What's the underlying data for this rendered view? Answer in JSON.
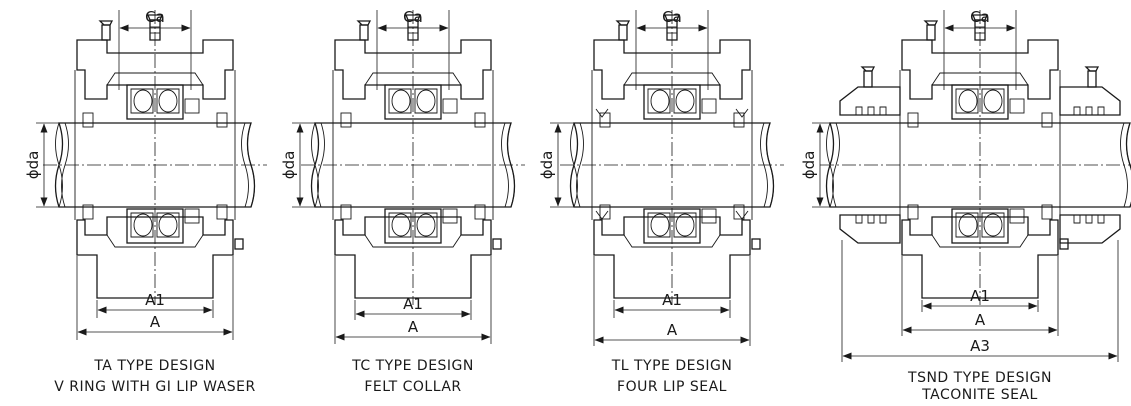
{
  "labels": {
    "ca": "Ca",
    "da": "ϕda",
    "a1": "A1",
    "a": "A",
    "a3": "A3"
  },
  "views": [
    {
      "id": "ta",
      "title": "TA TYPE DESIGN",
      "subtitle": "V RING WITH GI LIP WASER"
    },
    {
      "id": "tc",
      "title": "TC TYPE DESIGN",
      "subtitle": "FELT COLLAR"
    },
    {
      "id": "tl",
      "title": "TL TYPE DESIGN",
      "subtitle": "FOUR LIP SEAL"
    },
    {
      "id": "tsnd",
      "title": "TSND TYPE DESIGN",
      "subtitle": "TACONITE SEAL"
    }
  ]
}
